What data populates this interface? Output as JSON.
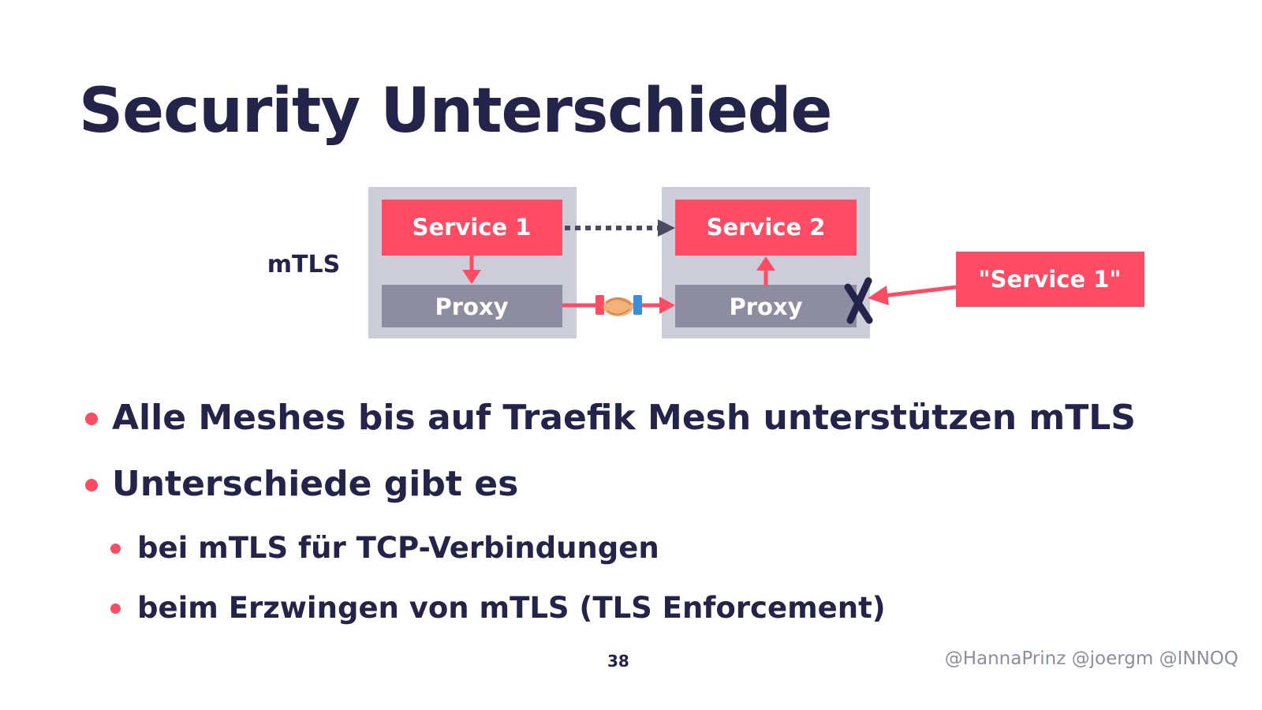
{
  "slide": {
    "title": "Security Unterschiede",
    "page_number": "38",
    "credits": "@HannaPrinz @joergm @INNOQ"
  },
  "diagram": {
    "row_label": "mTLS",
    "service_1_label": "Service 1",
    "service_2_label": "Service 2",
    "proxy_1_label": "Proxy",
    "proxy_2_label": "Proxy",
    "impostor_label": "\"Service 1\"",
    "handshake_icon": "handshake-icon",
    "blocked_icon": "cross-icon",
    "colors": {
      "accent": "#ff4b63",
      "proxy": "#8d8ca1",
      "pod": "#cdcdd9",
      "text_dark": "#24234a",
      "dotted_arrow": "#4a4a63"
    }
  },
  "bullets": [
    {
      "text": "Alle Meshes bis auf Traefik Mesh unterstützen mTLS"
    },
    {
      "text": "Unterschiede gibt es",
      "sub": [
        {
          "text": "bei mTLS für TCP-Verbindungen"
        },
        {
          "text": "beim Erzwingen von mTLS (TLS Enforcement)"
        }
      ]
    }
  ]
}
